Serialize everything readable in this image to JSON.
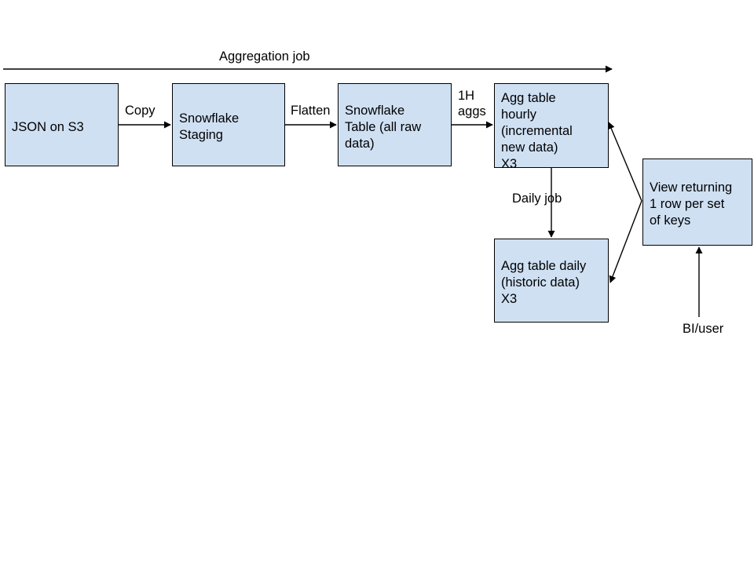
{
  "diagram": {
    "title": "Aggregation job",
    "colors": {
      "node_fill": "#cfe0f3",
      "node_stroke": "#000000",
      "edge_stroke": "#000000",
      "background": "#ffffff",
      "text": "#000000"
    },
    "nodes": [
      {
        "id": "json-on-s3",
        "label": "JSON on S3"
      },
      {
        "id": "snowflake-staging",
        "label": "Snowflake\nStaging"
      },
      {
        "id": "snowflake-table",
        "label": "Snowflake\nTable (all raw\ndata)"
      },
      {
        "id": "agg-table-hourly",
        "label": "Agg table\nhourly\n(incremental\nnew data)\nX3"
      },
      {
        "id": "agg-table-daily",
        "label": "Agg table daily\n(historic data)\nX3"
      },
      {
        "id": "view-returning",
        "label": "View returning\n1 row per set\nof keys"
      }
    ],
    "edge_labels": [
      {
        "id": "copy",
        "label": "Copy"
      },
      {
        "id": "flatten",
        "label": "Flatten"
      },
      {
        "id": "one-h-aggs",
        "label": "1H\naggs"
      },
      {
        "id": "daily-job",
        "label": "Daily job"
      }
    ],
    "captions": [
      {
        "id": "bi-user",
        "label": "BI/user"
      }
    ]
  }
}
